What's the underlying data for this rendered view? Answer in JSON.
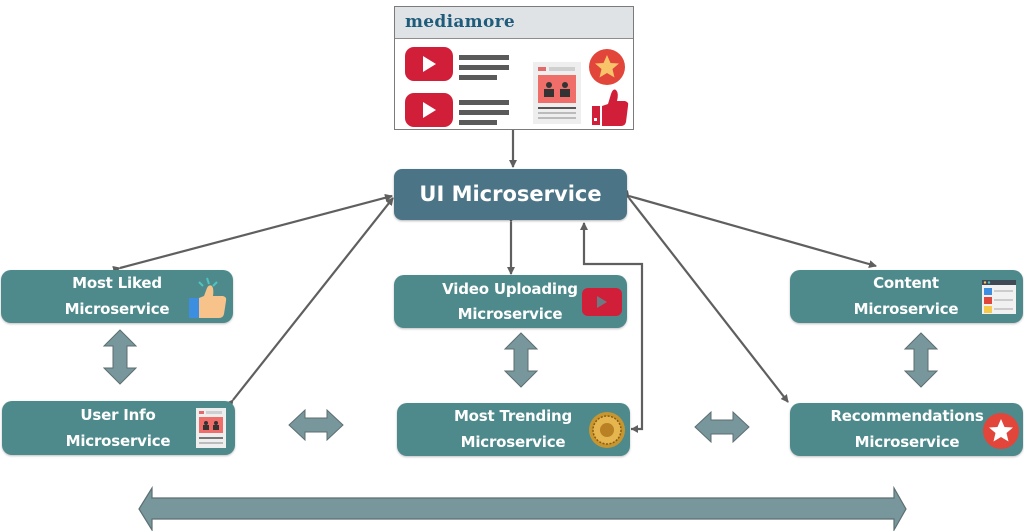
{
  "website": {
    "brand": "mediamore",
    "icons": [
      "video-play-icon",
      "video-play-icon",
      "text-lines-icon",
      "text-lines-icon",
      "article-card-icon",
      "star-badge-icon",
      "thumbs-up-icon"
    ]
  },
  "ui_service": {
    "label": "UI Microservice"
  },
  "services": {
    "most_liked": {
      "line1": "Most Liked",
      "line2": "Microservice",
      "icon": "thumbs-up-icon"
    },
    "user_info": {
      "line1": "User Info",
      "line2": "Microservice",
      "icon": "profile-card-icon"
    },
    "video_uploading": {
      "line1": "Video Uploading",
      "line2": "Microservice",
      "icon": "youtube-play-icon"
    },
    "most_trending": {
      "line1": "Most Trending",
      "line2": "Microservice",
      "icon": "gold-medal-icon"
    },
    "content": {
      "line1": "Content",
      "line2": "Microservice",
      "icon": "content-list-icon"
    },
    "recommendations": {
      "line1": "Recommendations",
      "line2": "Microservice",
      "icon": "star-badge-icon"
    }
  },
  "colors": {
    "service_box": "#4e8a8b",
    "ui_box": "#4b7586",
    "connector": "#5f5f5f",
    "block_arrow": "#77979c",
    "accent_red": "#d9243b"
  }
}
